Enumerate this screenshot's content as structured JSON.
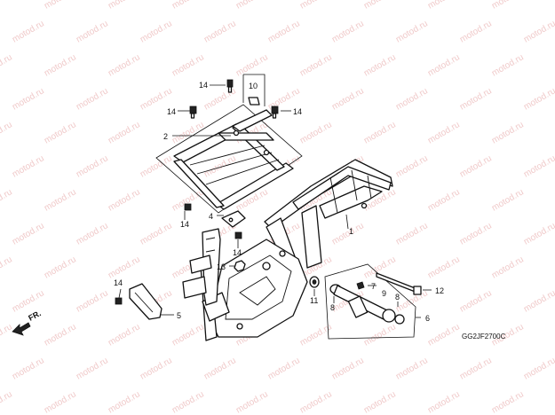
{
  "watermark": "motod.ru",
  "diagram_code": "GG2JF2700C",
  "front_label": "FR.",
  "callouts": {
    "c1": "1",
    "c2": "2",
    "c4": "4",
    "c5": "5",
    "c6": "6",
    "c7": "7",
    "c8a": "8",
    "c8b": "8",
    "c9": "9",
    "c10": "10",
    "c11": "11",
    "c12": "12",
    "c13": "13",
    "c14a": "14",
    "c14b": "14",
    "c14c": "14",
    "c14d": "14",
    "c14e": "14",
    "c14f": "14"
  }
}
